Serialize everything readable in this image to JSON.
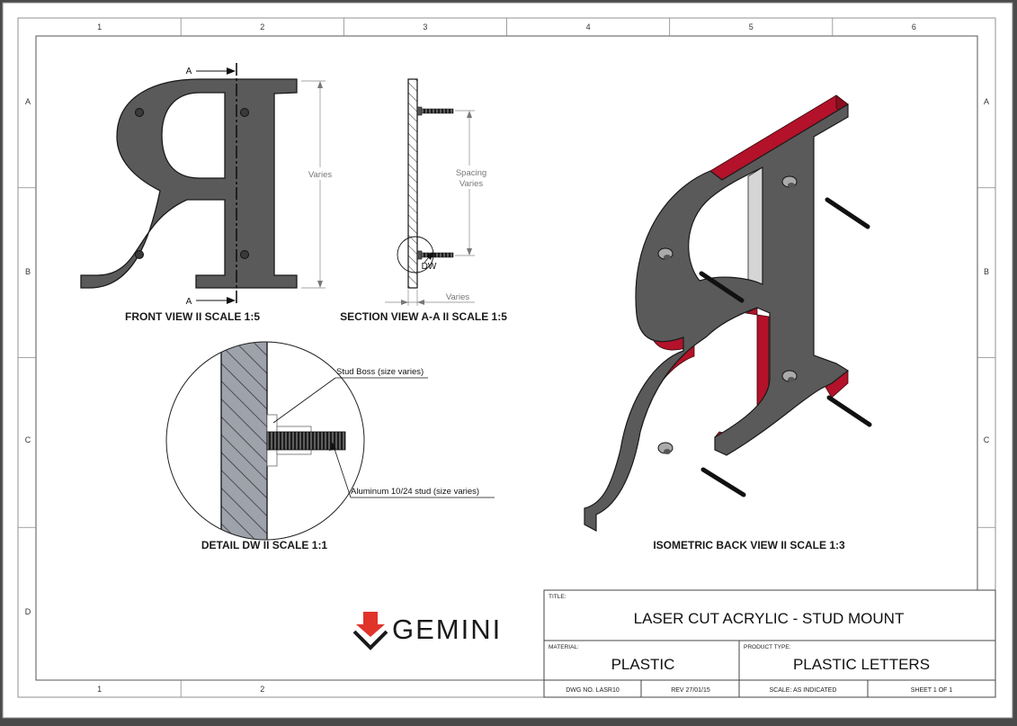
{
  "colors": {
    "plate": "#5a5a5a",
    "plate_edge": "#3a3a3a",
    "edge_red": "#b3122a",
    "hatch_fill": "#9da2ab",
    "logo_red": "#e0332a",
    "dim_grey": "#777777"
  },
  "border": {
    "columns": [
      "1",
      "2",
      "3",
      "4",
      "5",
      "6"
    ],
    "bottom_columns": [
      "1",
      "2"
    ],
    "rows": [
      "A",
      "B",
      "C",
      "D"
    ]
  },
  "front_view": {
    "label": "FRONT VIEW II SCALE 1:5",
    "section_mark": "A",
    "dimension": "Varies"
  },
  "section_view": {
    "label": "SECTION VIEW A-A II SCALE 1:5",
    "spacing_line1": "Spacing",
    "spacing_line2": "Varies",
    "thickness": "Varies",
    "detail_mark": "DW"
  },
  "detail_view": {
    "label": "DETAIL DW II SCALE 1:1",
    "callout_boss": "Stud Boss (size varies)",
    "callout_stud": "Aluminum 10/24 stud (size varies)"
  },
  "isometric_view": {
    "label": "ISOMETRIC BACK VIEW II SCALE 1:3"
  },
  "logo": {
    "text": "GEMINI"
  },
  "title_block": {
    "title_caption": "TITLE:",
    "title": "LASER CUT ACRYLIC - STUD MOUNT",
    "material_caption": "MATERIAL:",
    "material": "PLASTIC",
    "product_caption": "PRODUCT TYPE:",
    "product": "PLASTIC LETTERS",
    "dwg_no": "DWG NO. LASR10",
    "rev": "REV 27/01/15",
    "scale": "SCALE: AS INDICATED",
    "sheet": "SHEET 1 OF 1"
  }
}
